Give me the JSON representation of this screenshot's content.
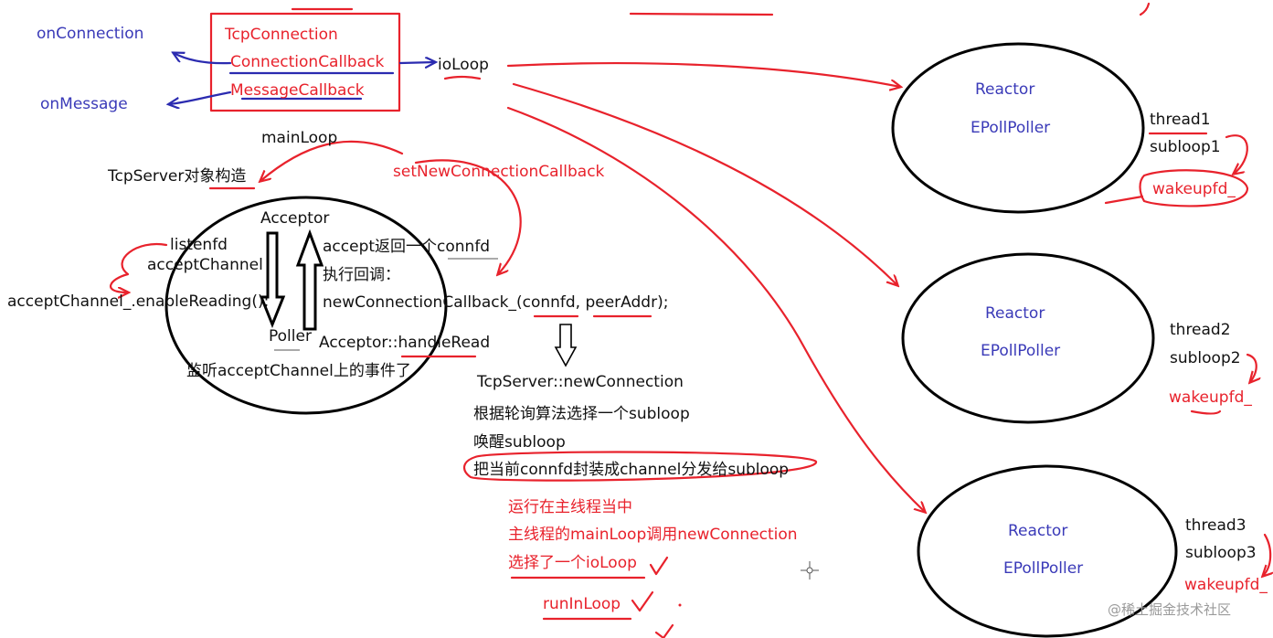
{
  "box": {
    "class_name": "TcpConnection",
    "connection_callback": "ConnectionCallback",
    "message_callback": "MessageCallback"
  },
  "left_handlers": {
    "on_connection": "onConnection",
    "on_message": "onMessage"
  },
  "io_loop": "ioLoop",
  "main_loop": "mainLoop",
  "tcpserver_ctor": "TcpServer对象构造",
  "set_new_connection_callback": "setNewConnectionCallback",
  "acceptor": {
    "title": "Acceptor",
    "listenfd": "listenfd",
    "accept_channel": "acceptChannel",
    "enable_reading": "acceptChannel_.enableReading();",
    "poller": "Poller",
    "handle_read": "Acceptor::handleRead",
    "monitor_note": "监听acceptChannel上的事件了",
    "accept_returns": "accept返回一个connfd",
    "exec_callback": "执行回调：",
    "new_connection_callback": "newConnectionCallback_(connfd, peerAddr);"
  },
  "new_connection": {
    "title": "TcpServer::newConnection",
    "step1": "根据轮询算法选择一个subloop",
    "step2": "唤醒subloop",
    "step3": "把当前connfd封装成channel分发给subloop"
  },
  "red_notes": {
    "line1": "运行在主线程当中",
    "line2": "主线程的mainLoop调用newConnection",
    "line3": "选择了一个ioLoop",
    "line4": "runInLoop"
  },
  "reactors": [
    {
      "reactor": "Reactor",
      "poller": "EPollPoller",
      "thread": "thread1",
      "subloop": "subloop1",
      "wakeup": "wakeupfd_"
    },
    {
      "reactor": "Reactor",
      "poller": "EPollPoller",
      "thread": "thread2",
      "subloop": "subloop2",
      "wakeup": "wakeupfd_"
    },
    {
      "reactor": "Reactor",
      "poller": "EPollPoller",
      "thread": "thread3",
      "subloop": "subloop3",
      "wakeup": "wakeupfd_"
    }
  ],
  "watermark": "@稀土掘金技术社区"
}
